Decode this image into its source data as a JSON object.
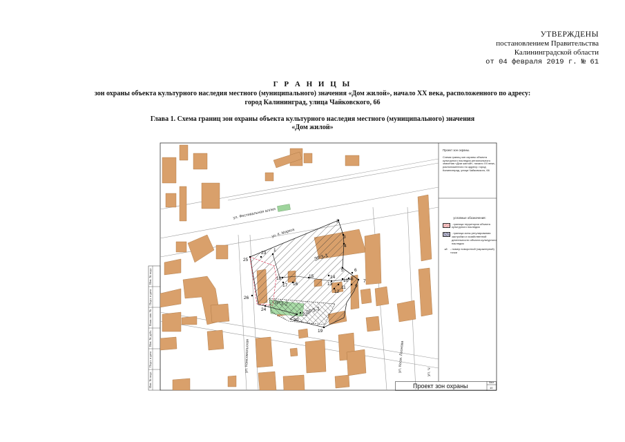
{
  "approval": {
    "heading": "УТВЕРЖДЕНЫ",
    "line1": "постановлением Правительства",
    "line2": "Калининградской области",
    "date_line": "от 04 февраля  2019 г. № 61"
  },
  "title": {
    "main": "Г Р А Н И Ц Ы",
    "sub1": "зон охраны объекта культурного наследия местного (муниципального) значения «Дом жилой», начало XX века, расположенного по адресу:",
    "sub2": "город Калининград, улица Чайковского, 66",
    "chapter1": "Глава 1. Схема границ зон охраны объекта культурного наследия местного (муниципального) значения",
    "chapter2": "«Дом жилой»"
  },
  "legend": {
    "title": "Проект зон охраны.",
    "desc": "Схема границ зон охраны объекта культурного наследия регионального значения «Дом жилой», начало XX века, расположенного по адресу: город Калининград, улица Чайковского, 66",
    "heading": "условные обозначения:",
    "items": [
      {
        "text": "- граница территории объекта культурного наследия"
      },
      {
        "text": "- граница зоны регулирования застройки и хозяйственной деятельности объекта культурного наследия"
      },
      {
        "text": "- номер поворотной (характерной) точки",
        "symbol": "●8"
      }
    ]
  },
  "stamp": {
    "title": "Проект зон охраны",
    "sheet_label": "Лист",
    "sheet_number": "10"
  },
  "streets": {
    "festivalnaya": "ул. Фестивальная аллея",
    "k_marks": "ул. К. Маркса",
    "komsomolskaya": "ул. Комсомольская",
    "kosm_leonova": "ул. Косм. Леонова",
    "ul_short": "ул. Ч"
  },
  "zones": {
    "zrz1": "ЗРЗ-1",
    "zrz2": "ЗРЗ-2",
    "zrz2b": "ЗРЗ-2"
  },
  "side_stamp": [
    "Инв. № подл.",
    "Подп. и дата",
    "Взам. инв. №",
    "Инв. № дубл.",
    "Подп. и дата",
    "Инв. № подл."
  ],
  "points": {
    "p1": "1",
    "p2": "2",
    "p3": "3",
    "p4": "4",
    "p5": "5",
    "p6": "6",
    "p7": "7",
    "p8": "8",
    "p9": "9",
    "p10": "10",
    "p11": "11",
    "p12": "12",
    "p13": "13",
    "p14": "14",
    "p15": "15",
    "p16": "16",
    "p17": "17",
    "p18": "18",
    "p19": "19",
    "p20": "20",
    "p22": "22",
    "p23": "23",
    "p24": "24",
    "p25": "25",
    "p26": "26"
  },
  "colors": {
    "building": "#d9a06b",
    "building_stroke": "#a6713e",
    "green": "#9ed49c",
    "zone_border": "#222"
  }
}
